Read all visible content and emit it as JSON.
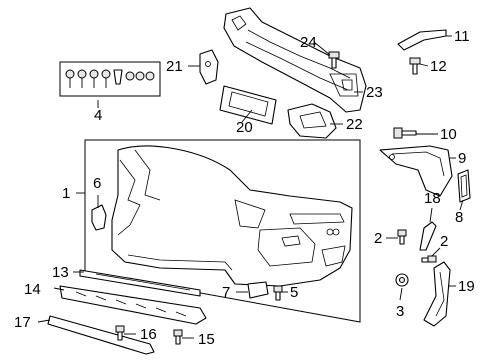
{
  "diagram": {
    "callouts": [
      "1",
      "2",
      "2",
      "3",
      "4",
      "5",
      "6",
      "7",
      "8",
      "9",
      "10",
      "11",
      "12",
      "13",
      "14",
      "15",
      "16",
      "17",
      "18",
      "19",
      "20",
      "21",
      "22",
      "23",
      "24"
    ]
  }
}
